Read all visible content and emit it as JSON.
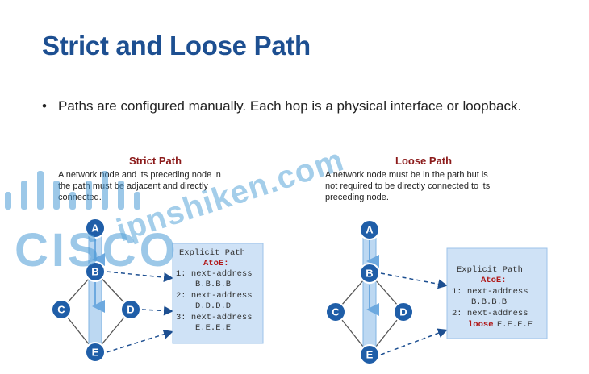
{
  "title": "Strict and Loose Path",
  "bullet": "Paths are configured manually. Each hop is a physical interface or loopback.",
  "strict": {
    "heading": "Strict Path",
    "desc_lines": [
      "A network node and its preceding node in",
      "the path must be adjacent and directly",
      "connected."
    ],
    "box_title": "Explicit Path",
    "box_name": "AtoE:",
    "box_lines": [
      "1: next-address",
      "B.B.B.B",
      "2: next-address",
      "D.D.D.D",
      "3: next-address",
      "E.E.E.E"
    ]
  },
  "loose": {
    "heading": "Loose Path",
    "desc_lines": [
      "A network node must be in the path but is",
      "not required to be directly connected to its",
      "preceding node."
    ],
    "box_title": "Explicit Path",
    "box_name": "AtoE:",
    "box_lines": [
      "1: next-address",
      "B.B.B.B",
      "2: next-address"
    ],
    "loose_keyword": "loose",
    "loose_value": "E.E.E.E"
  },
  "nodes": [
    "A",
    "B",
    "C",
    "D",
    "E"
  ],
  "watermark": {
    "site": "ipnshiken.com",
    "logo": "CISCO"
  },
  "colors": {
    "title": "#1d4f91",
    "heading": "#8b1a1a",
    "node": "#1f5ea8",
    "path": "#bcd8f2",
    "box": "#cfe2f6",
    "dashed": "#1d4f91"
  }
}
